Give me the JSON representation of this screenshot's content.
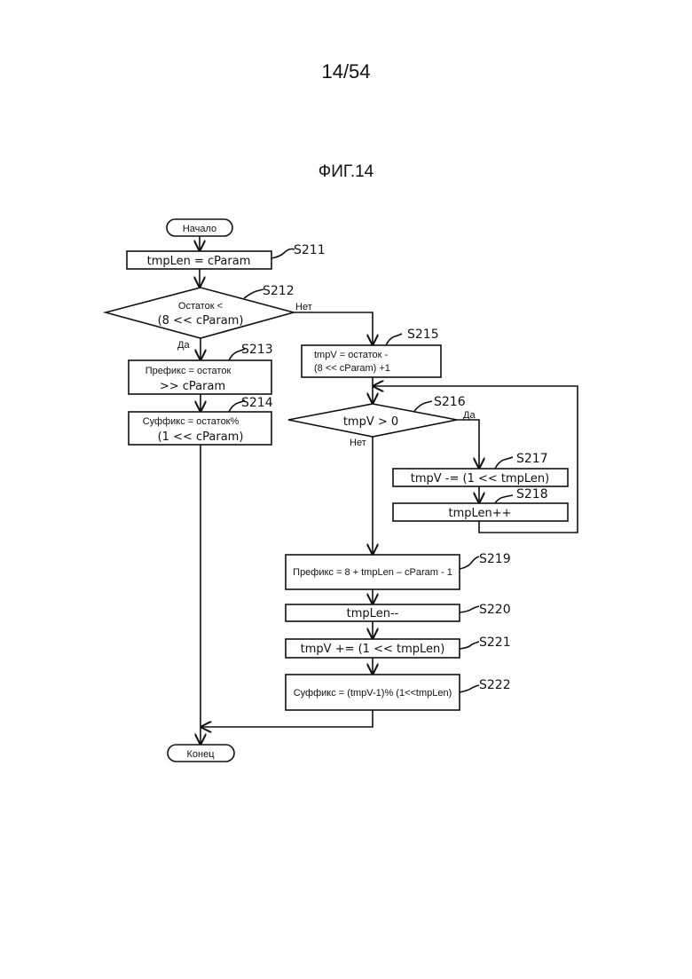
{
  "page_number": "14/54",
  "figure_title": "ФИГ.14",
  "nodes": {
    "start": "Начало",
    "s211": {
      "label": "S211",
      "text": "tmpLen = cParam"
    },
    "s212": {
      "label": "S212",
      "line1": "Остаток <",
      "line2": "(8 << cParam)",
      "yes": "Да",
      "no": "Нет"
    },
    "s213": {
      "label": "S213",
      "line1": "Префикс = остаток",
      "line2": ">> cParam"
    },
    "s214": {
      "label": "S214",
      "line1": "Суффикс = остаток%",
      "line2": "(1 << cParam)"
    },
    "s215": {
      "label": "S215",
      "line1": "tmpV = остаток -",
      "line2": "(8 << cParam) +1"
    },
    "s216": {
      "label": "S216",
      "text": "tmpV > 0",
      "yes": "Да",
      "no": "Нет"
    },
    "s217": {
      "label": "S217",
      "text": "tmpV -= (1 << tmpLen)"
    },
    "s218": {
      "label": "S218",
      "text": "tmpLen++"
    },
    "s219": {
      "label": "S219",
      "text": "Префикс = 8 + tmpLen – cParam - 1"
    },
    "s220": {
      "label": "S220",
      "text": "tmpLen--"
    },
    "s221": {
      "label": "S221",
      "text": "tmpV += (1 << tmpLen)"
    },
    "s222": {
      "label": "S222",
      "text": "Суффикс = (tmpV-1)% (1<<tmpLen)"
    },
    "end": "Конец"
  }
}
